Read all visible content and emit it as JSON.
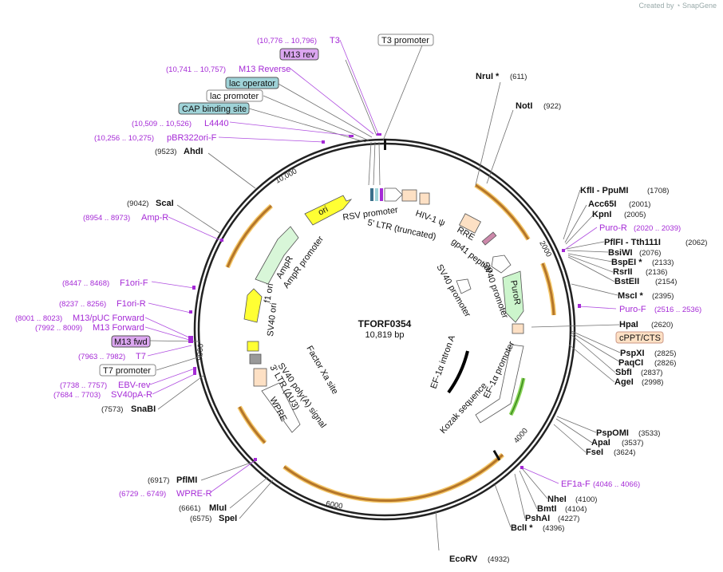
{
  "credit": {
    "prefix": "Created by",
    "brand": "SnapGene"
  },
  "plasmid": {
    "name": "TFORF0354",
    "length": "10,819 bp"
  },
  "ticks": [
    "10,000",
    "2000",
    "4000",
    "6000",
    "9000"
  ],
  "enzymes": [
    {
      "name": "NruI *",
      "pos": "(611)"
    },
    {
      "name": "NotI",
      "pos": "(922)"
    },
    {
      "name": "KflI - PpuMI",
      "pos": "(1708)"
    },
    {
      "name": "Acc65I",
      "pos": "(2001)"
    },
    {
      "name": "KpnI",
      "pos": "(2005)"
    },
    {
      "name": "PflFI - Tth111I",
      "pos": "(2062)"
    },
    {
      "name": "BsiWI",
      "pos": "(2076)"
    },
    {
      "name": "BspEI *",
      "pos": "(2133)"
    },
    {
      "name": "RsrII",
      "pos": "(2136)"
    },
    {
      "name": "BstEII",
      "pos": "(2154)"
    },
    {
      "name": "MscI *",
      "pos": "(2395)"
    },
    {
      "name": "HpaI",
      "pos": "(2620)"
    },
    {
      "name": "PspXI",
      "pos": "(2825)"
    },
    {
      "name": "PaqCI",
      "pos": "(2826)"
    },
    {
      "name": "SbfI",
      "pos": "(2837)"
    },
    {
      "name": "AgeI",
      "pos": "(2998)"
    },
    {
      "name": "PspOMI",
      "pos": "(3533)"
    },
    {
      "name": "ApaI",
      "pos": "(3537)"
    },
    {
      "name": "FseI",
      "pos": "(3624)"
    },
    {
      "name": "NheI",
      "pos": "(4100)"
    },
    {
      "name": "BmtI",
      "pos": "(4104)"
    },
    {
      "name": "PshAI",
      "pos": "(4227)"
    },
    {
      "name": "BclI *",
      "pos": "(4396)"
    },
    {
      "name": "EcoRV",
      "pos": "(4932)"
    },
    {
      "name": "SpeI",
      "pos": "(6575)"
    },
    {
      "name": "MluI",
      "pos": "(6661)"
    },
    {
      "name": "PflMI",
      "pos": "(6917)"
    },
    {
      "name": "SnaBI",
      "pos": "(7573)"
    },
    {
      "name": "ScaI",
      "pos": "(9042)"
    },
    {
      "name": "AhdI",
      "pos": "(9523)"
    }
  ],
  "primers": [
    {
      "name": "T3",
      "pos": "(10,776 .. 10,796)"
    },
    {
      "name": "M13 Reverse",
      "pos": "(10,741 .. 10,757)"
    },
    {
      "name": "L4440",
      "pos": "(10,509 .. 10,526)"
    },
    {
      "name": "pBR322ori-F",
      "pos": "(10,256 .. 10,275)"
    },
    {
      "name": "Amp-R",
      "pos": "(8954 .. 8973)"
    },
    {
      "name": "F1ori-F",
      "pos": "(8447 .. 8468)"
    },
    {
      "name": "F1ori-R",
      "pos": "(8237 .. 8256)"
    },
    {
      "name": "M13/pUC Forward",
      "pos": "(8001 .. 8023)"
    },
    {
      "name": "M13 Forward",
      "pos": "(7992 .. 8009)"
    },
    {
      "name": "T7",
      "pos": "(7963 .. 7982)"
    },
    {
      "name": "EBV-rev",
      "pos": "(7738 .. 7757)"
    },
    {
      "name": "SV40pA-R",
      "pos": "(7684 .. 7703)"
    },
    {
      "name": "WPRE-R",
      "pos": "(6729 .. 6749)"
    },
    {
      "name": "Puro-R",
      "pos": "(2020 .. 2039)"
    },
    {
      "name": "Puro-F",
      "pos": "(2516 .. 2536)"
    },
    {
      "name": "EF1a-F",
      "pos": "(4046 .. 4066)"
    }
  ],
  "boxed_labels": [
    {
      "text": "T3 promoter",
      "kind": "plain"
    },
    {
      "text": "M13 rev",
      "kind": "purple"
    },
    {
      "text": "lac operator",
      "kind": "blue"
    },
    {
      "text": "lac promoter",
      "kind": "plain"
    },
    {
      "text": "CAP binding site",
      "kind": "blue"
    },
    {
      "text": "M13 fwd",
      "kind": "purple"
    },
    {
      "text": "T7 promoter",
      "kind": "plain"
    },
    {
      "text": "cPPT/CTS",
      "kind": "orange"
    }
  ],
  "features": [
    "RSV promoter",
    "5' LTR (truncated)",
    "HIV-1 ψ",
    "RRE",
    "gp41 peptide",
    "SV40 promoter",
    "SV40 promoter",
    "PuroR",
    "EF-1α promoter",
    "EF-1α intron A",
    "Kozak sequence",
    "Factor Xa site",
    "SV40 poly(A) signal",
    "3' LTR (ΔU3)",
    "WPRE",
    "SV40 ori",
    "f1 ori",
    "AmpR",
    "AmpR promoter",
    "ori"
  ],
  "colors": {
    "backbone": "#222222",
    "enzyme": "#111111",
    "primer": "#a52ad6",
    "ori": "#ffff00",
    "amp": "#ccf5cc",
    "orange_arc": "#f2b340",
    "cap_box": "#9fd3d8",
    "m13_box": "#dba6f0",
    "cppt_box": "#fde0c4"
  }
}
